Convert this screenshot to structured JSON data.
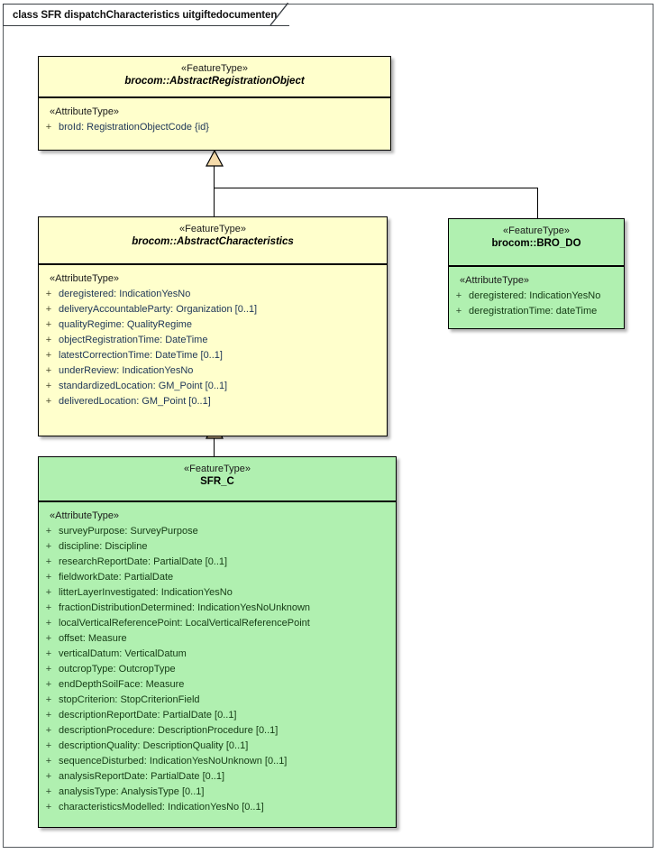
{
  "diagram": {
    "title": "class SFR dispatchCharacteristics uitgiftedocumenten",
    "type": "uml-class-diagram",
    "background": "#ffffff",
    "colors": {
      "abstract_fill": "#ffffcc",
      "concrete_fill": "#b0f0b0",
      "border": "#000000",
      "generalization_arrow_fill": "#f5dbaa",
      "attribute_text": "#1d3557"
    }
  },
  "classes": [
    {
      "id": "abstract-registration-object",
      "stereotype": "«FeatureType»",
      "name": "brocom::AbstractRegistrationObject",
      "abstract": true,
      "fill": "#ffffcc",
      "compartment_label": "«AttributeType»",
      "attributes": [
        {
          "visibility": "+",
          "text": "broId: RegistrationObjectCode {id}"
        }
      ]
    },
    {
      "id": "abstract-characteristics",
      "stereotype": "«FeatureType»",
      "name": "brocom::AbstractCharacteristics",
      "abstract": true,
      "fill": "#ffffcc",
      "compartment_label": "«AttributeType»",
      "attributes": [
        {
          "visibility": "+",
          "text": "deregistered: IndicationYesNo"
        },
        {
          "visibility": "+",
          "text": "deliveryAccountableParty: Organization [0..1]"
        },
        {
          "visibility": "+",
          "text": "qualityRegime: QualityRegime"
        },
        {
          "visibility": "+",
          "text": "objectRegistrationTime: DateTime"
        },
        {
          "visibility": "+",
          "text": "latestCorrectionTime: DateTime [0..1]"
        },
        {
          "visibility": "+",
          "text": "underReview: IndicationYesNo"
        },
        {
          "visibility": "+",
          "text": "standardizedLocation: GM_Point [0..1]"
        },
        {
          "visibility": "+",
          "text": "deliveredLocation: GM_Point [0..1]"
        }
      ]
    },
    {
      "id": "bro-do",
      "stereotype": "«FeatureType»",
      "name": "brocom::BRO_DO",
      "abstract": false,
      "fill": "#b0f0b0",
      "compartment_label": "«AttributeType»",
      "attributes": [
        {
          "visibility": "+",
          "text": "deregistered: IndicationYesNo"
        },
        {
          "visibility": "+",
          "text": "deregistrationTime: dateTime"
        }
      ]
    },
    {
      "id": "sfr-c",
      "stereotype": "«FeatureType»",
      "name": "SFR_C",
      "abstract": false,
      "fill": "#b0f0b0",
      "compartment_label": "«AttributeType»",
      "attributes": [
        {
          "visibility": "+",
          "text": "surveyPurpose: SurveyPurpose"
        },
        {
          "visibility": "+",
          "text": "discipline: Discipline"
        },
        {
          "visibility": "+",
          "text": "researchReportDate: PartialDate [0..1]"
        },
        {
          "visibility": "+",
          "text": "fieldworkDate: PartialDate"
        },
        {
          "visibility": "+",
          "text": "litterLayerInvestigated: IndicationYesNo"
        },
        {
          "visibility": "+",
          "text": "fractionDistributionDetermined: IndicationYesNoUnknown"
        },
        {
          "visibility": "+",
          "text": "localVerticalReferencePoint: LocalVerticalReferencePoint"
        },
        {
          "visibility": "+",
          "text": "offset: Measure"
        },
        {
          "visibility": "+",
          "text": "verticalDatum: VerticalDatum"
        },
        {
          "visibility": "+",
          "text": "outcropType: OutcropType"
        },
        {
          "visibility": "+",
          "text": "endDepthSoilFace: Measure"
        },
        {
          "visibility": "+",
          "text": "stopCriterion: StopCriterionField"
        },
        {
          "visibility": "+",
          "text": "descriptionReportDate: PartialDate [0..1]"
        },
        {
          "visibility": "+",
          "text": "descriptionProcedure: DescriptionProcedure [0..1]"
        },
        {
          "visibility": "+",
          "text": "descriptionQuality: DescriptionQuality [0..1]"
        },
        {
          "visibility": "+",
          "text": "sequenceDisturbed: IndicationYesNoUnknown [0..1]"
        },
        {
          "visibility": "+",
          "text": "analysisReportDate: PartialDate [0..1]"
        },
        {
          "visibility": "+",
          "text": "analysisType: AnalysisType [0..1]"
        },
        {
          "visibility": "+",
          "text": "characteristicsModelled: IndicationYesNo [0..1]"
        }
      ]
    }
  ],
  "relationships": [
    {
      "type": "generalization",
      "from": "abstract-characteristics",
      "to": "abstract-registration-object"
    },
    {
      "type": "generalization",
      "from": "bro-do",
      "to": "abstract-registration-object"
    },
    {
      "type": "generalization",
      "from": "sfr-c",
      "to": "abstract-characteristics"
    }
  ]
}
